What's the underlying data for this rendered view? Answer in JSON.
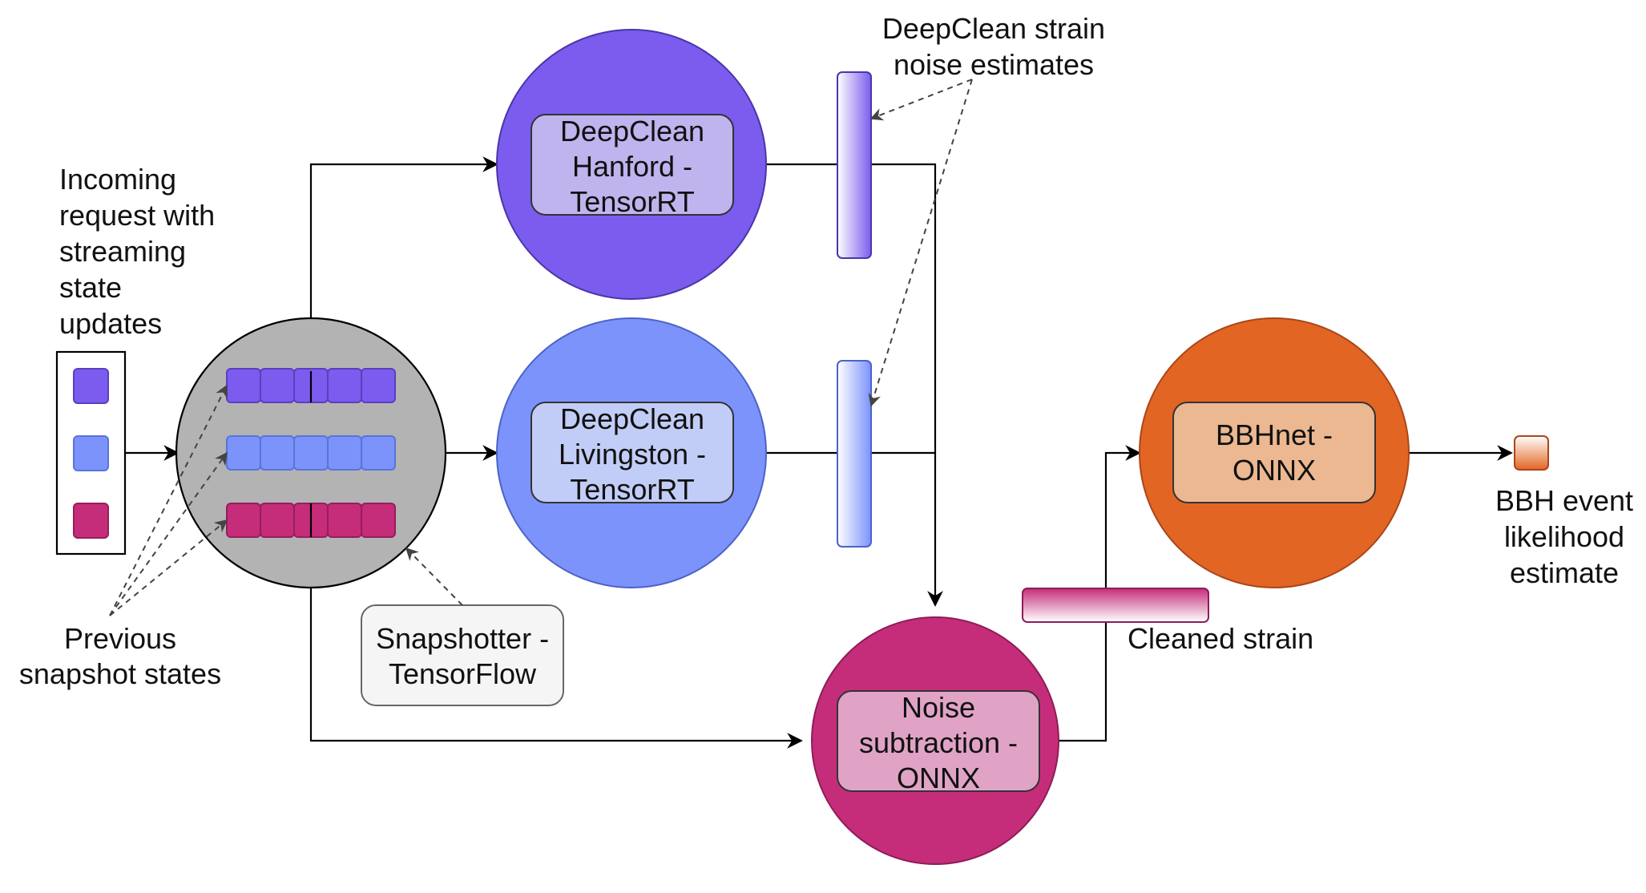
{
  "labels": {
    "incoming_request": [
      "Incoming",
      "request with",
      "streaming",
      "state",
      "updates"
    ],
    "previous_snapshot_states": [
      "Previous",
      "snapshot states"
    ],
    "snapshotter": [
      "Snapshotter -",
      "TensorFlow"
    ],
    "deepclean_hanford": [
      "DeepClean",
      "Hanford -",
      "TensorRT"
    ],
    "deepclean_livingston": [
      "DeepClean",
      "Livingston -",
      "TensorRT"
    ],
    "noise_subtraction": [
      "Noise",
      "subtraction -",
      "ONNX"
    ],
    "bbhnet": [
      "BBHnet -",
      "ONNX"
    ],
    "noise_estimates": [
      "DeepClean strain",
      "noise estimates"
    ],
    "cleaned_strain": "Cleaned strain",
    "bbh_output": [
      "BBH event",
      "likelihood",
      "estimate"
    ]
  },
  "colors": {
    "hanford": "#7b5cee",
    "hanford_box": "#c0b4ee",
    "livingston": "#7b93fb",
    "livingston_box": "#c2cdf7",
    "noise": "#c52d7a",
    "noise_box": "#e0a3c6",
    "bbhnet": "#e36523",
    "bbhnet_box": "#ebb891",
    "snapshot_circle": "#b3b3b3",
    "snapshot_box": "#f5f5f5"
  }
}
